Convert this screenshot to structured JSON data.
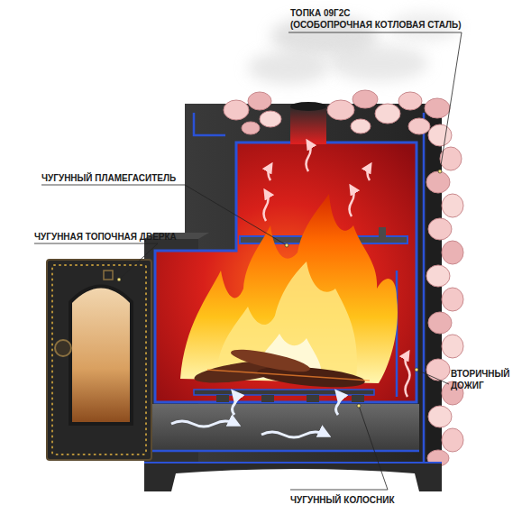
{
  "diagram": {
    "labels": [
      "ТОПКА 09Г2С",
      "(ОСОБОПРОЧНАЯ КОТЛОВАЯ СТАЛЬ)",
      "ЧУГУННЫЙ ПЛАМЕГАСИТЕЛЬ",
      "ЧУГУННАЯ ТОПОЧНАЯ ДВЕРКА",
      "ВТОРИЧНЫЙ ДОЖИГ",
      "ЧУГУННЫЙ КОЛОСНИК"
    ]
  }
}
